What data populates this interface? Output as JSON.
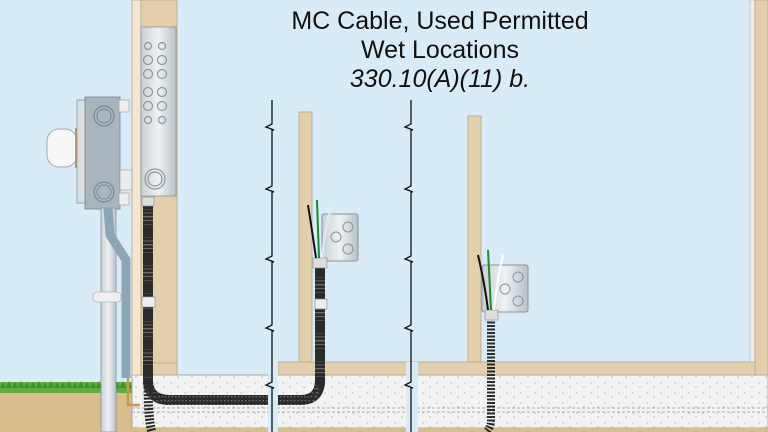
{
  "title": {
    "line1": "MC Cable, Used Permitted",
    "line2": "Wet Locations",
    "line3": "330.10(A)(11) b."
  },
  "colors": {
    "sky": "#d7ebf9",
    "wood": "#e3cfae",
    "metal": "#b9c3c9",
    "cable": "#2a2a2a",
    "ground": "#d8bd8d",
    "grass": "#5fae3e",
    "concrete": "#f2f2f2"
  }
}
